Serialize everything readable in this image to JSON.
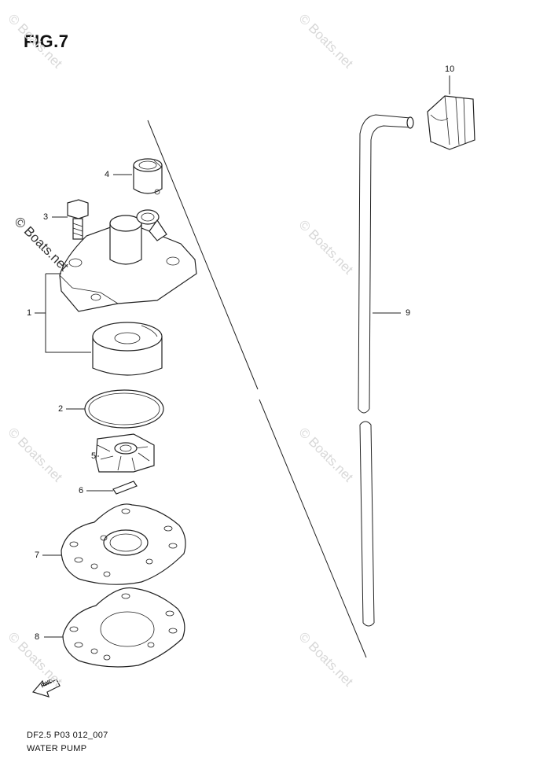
{
  "figure": {
    "title": "FIG.7",
    "code": "DF2.5 P03 012_007",
    "name": "WATER PUMP"
  },
  "callouts": [
    "1",
    "2",
    "3",
    "4",
    "5",
    "6",
    "7",
    "8",
    "9",
    "10"
  ],
  "watermark": "© Boats.net",
  "fwd_label": "FWD"
}
